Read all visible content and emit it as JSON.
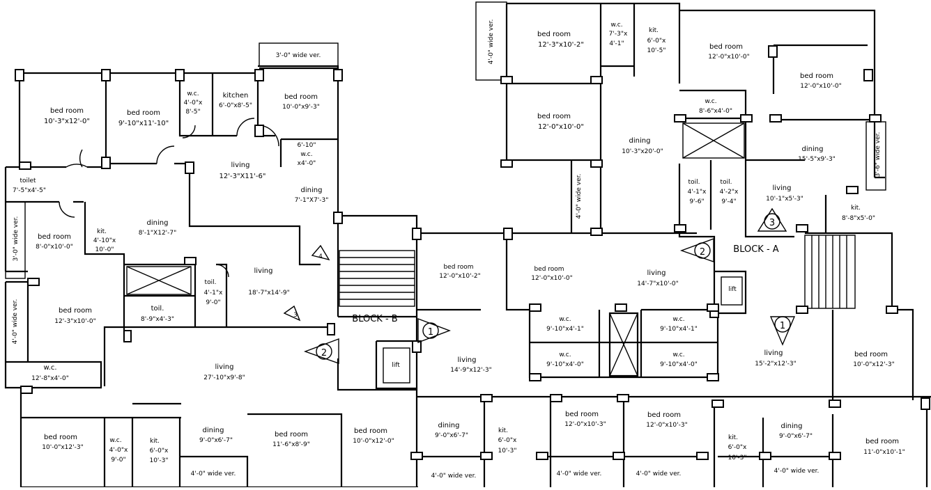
{
  "plan": {
    "block_a_label": "BLOCK - A",
    "block_b_label": "BLOCK - B",
    "lift_label": "lift",
    "markers": {
      "m1": "1",
      "m2": "2",
      "m3": "3",
      "m4": "4"
    },
    "rooms": [
      {
        "n": "bed room",
        "d": "10'-3\"x12'-0\""
      },
      {
        "n": "bed room",
        "d": "9'-10\"x11'-10\""
      },
      {
        "n": "w.c.",
        "d": "4'-0\"x",
        "d2": "8'-5\""
      },
      {
        "n": "kitchen",
        "d": "6'-0\"x8'-5\""
      },
      {
        "n": "bed room",
        "d": "10'-0\"x9'-3\""
      },
      {
        "n": "3'-0\" wide ver.",
        "d": ""
      },
      {
        "n": "toilet",
        "d": "7'-5\"x4'-5\""
      },
      {
        "n": "living",
        "d": "12'-3\"X11'-6\""
      },
      {
        "n": "w.c.",
        "d": "6'-10\"",
        "d2": "x4'-0\""
      },
      {
        "n": "dining",
        "d": "7'-1\"X7'-3\""
      },
      {
        "n": "bed room",
        "d": "8'-0\"x10'-0\""
      },
      {
        "n": "kit.",
        "d": "4'-10\"x",
        "d2": "10'-0\""
      },
      {
        "n": "dining",
        "d": "8'-1\"X12'-7\""
      },
      {
        "n": "toil.",
        "d": "4'-1\"x",
        "d2": "9'-0\""
      },
      {
        "n": "living",
        "d": "18'-7\"x14'-9\""
      },
      {
        "n": "toil.",
        "d": "8'-9\"x4'-3\""
      },
      {
        "n": "bed room",
        "d": "12'-3\"x10'-0\""
      },
      {
        "n": "w.c.",
        "d": "12'-8\"x4'-0\""
      },
      {
        "n": "living",
        "d": "27'-10\"x9'-8\""
      },
      {
        "n": "bed room",
        "d": "10'-0\"x12'-3\""
      },
      {
        "n": "w.c.",
        "d": "4'-0\"x",
        "d2": "9'-0\""
      },
      {
        "n": "kit.",
        "d": "6'-0\"x",
        "d2": "10'-3\""
      },
      {
        "n": "dining",
        "d": "9'-0\"x6'-7\""
      },
      {
        "n": "bed room",
        "d": "11'-6\"x8'-9\""
      },
      {
        "n": "bed room",
        "d": "10'-0\"x12'-0\""
      },
      {
        "n": "4'-0\" wide ver.",
        "d": ""
      },
      {
        "n": "bed room",
        "d": "12'-3\"x10'-2\""
      },
      {
        "n": "w.c.",
        "d": "7'-3\"x",
        "d2": "4'-1\""
      },
      {
        "n": "kit.",
        "d": "6'-0\"x",
        "d2": "10'-5\""
      },
      {
        "n": "bed room",
        "d": "12'-0\"x10'-0\""
      },
      {
        "n": "bed room",
        "d": "12'-0\"x10'-0\""
      },
      {
        "n": "bed room",
        "d": "12'-0\"x10'-0\""
      },
      {
        "n": "w.c.",
        "d": "8'-6\"x4'-0\""
      },
      {
        "n": "dining",
        "d": "10'-3\"x20'-0\""
      },
      {
        "n": "dining",
        "d": "15'-5\"x9'-3\""
      },
      {
        "n": "toil.",
        "d": "4'-1\"x",
        "d2": "9'-6\""
      },
      {
        "n": "toil.",
        "d": "4'-2\"x",
        "d2": "9'-4\""
      },
      {
        "n": "living",
        "d": "10'-1\"x5'-3\""
      },
      {
        "n": "kit.",
        "d": "8'-8\"x5'-0\""
      },
      {
        "n": "3'-6\" wide ver.",
        "d": ""
      },
      {
        "n": "4'-0\" wide ver.",
        "d": ""
      },
      {
        "n": "bed room",
        "d": "12'-0\"x10'-2\""
      },
      {
        "n": "bed room",
        "d": "12'-0\"x10'-0\""
      },
      {
        "n": "living",
        "d": "14'-7\"x10'-0\""
      },
      {
        "n": "w.c.",
        "d": "9'-10\"x4'-1\""
      },
      {
        "n": "w.c.",
        "d": "9'-10\"x4'-1\""
      },
      {
        "n": "w.c.",
        "d": "9'-10\"x4'-0\""
      },
      {
        "n": "w.c.",
        "d": "9'-10\"x4'-0\""
      },
      {
        "n": "living",
        "d": "14'-9\"x12'-3\""
      },
      {
        "n": "living",
        "d": "15'-2\"x12'-3\""
      },
      {
        "n": "bed room",
        "d": "10'-0\"x12'-3\""
      },
      {
        "n": "dining",
        "d": "9'-0\"x6'-7\""
      },
      {
        "n": "kit.",
        "d": "6'-0\"x",
        "d2": "10'-3\""
      },
      {
        "n": "bed room",
        "d": "12'-0\"x10'-3\""
      },
      {
        "n": "bed room",
        "d": "12'-0\"x10'-3\""
      },
      {
        "n": "kit.",
        "d": "6'-0\"x",
        "d2": "10'-3\""
      },
      {
        "n": "dining",
        "d": "9'-0\"x6'-7\""
      },
      {
        "n": "bed room",
        "d": "11'-0\"x10'-1\""
      },
      {
        "n": "4'-0\" wide ver.",
        "d": ""
      },
      {
        "n": "4'-0\" wide ver.",
        "d": ""
      },
      {
        "n": "4'-0\" wide ver.",
        "d": ""
      },
      {
        "n": "4'-0\" wide ver.",
        "d": ""
      },
      {
        "n": "4'-0\" wide ver.",
        "d": ""
      },
      {
        "n": "3'-0\" wide ver.",
        "d": ""
      },
      {
        "n": "4'-0\" wide ver.",
        "d": ""
      }
    ]
  }
}
